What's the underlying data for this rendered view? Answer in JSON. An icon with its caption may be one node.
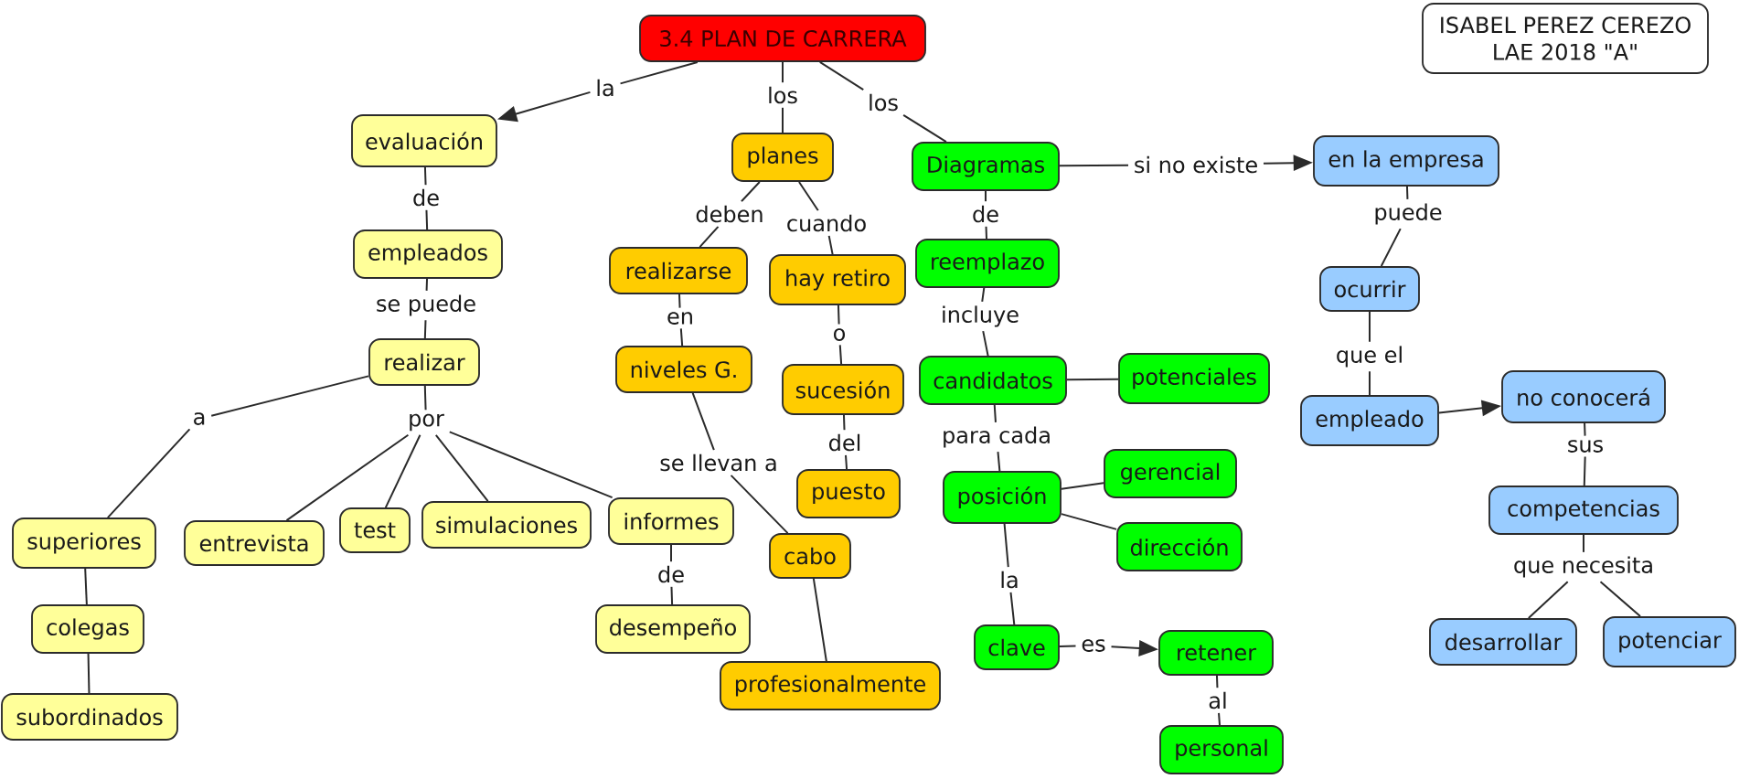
{
  "diagram": {
    "nodes": [
      {
        "text": [
          "3.4 PLAN DE CARRERA"
        ]
      },
      {
        "text": [
          "ISABEL PEREZ CEREZO",
          "LAE 2018 \"A\""
        ]
      },
      {
        "text": [
          "evaluación"
        ]
      },
      {
        "text": [
          "empleados"
        ]
      },
      {
        "text": [
          "realizar"
        ]
      },
      {
        "text": [
          "por"
        ]
      },
      {
        "text": [
          "superiores"
        ]
      },
      {
        "text": [
          "colegas"
        ]
      },
      {
        "text": [
          "subordinados"
        ]
      },
      {
        "text": [
          "entrevista"
        ]
      },
      {
        "text": [
          "test"
        ]
      },
      {
        "text": [
          "simulaciones"
        ]
      },
      {
        "text": [
          "informes"
        ]
      },
      {
        "text": [
          "desempeño"
        ]
      },
      {
        "text": [
          "planes"
        ]
      },
      {
        "text": [
          "realizarse"
        ]
      },
      {
        "text": [
          "hay retiro"
        ]
      },
      {
        "text": [
          "niveles G."
        ]
      },
      {
        "text": [
          "sucesión"
        ]
      },
      {
        "text": [
          "puesto"
        ]
      },
      {
        "text": [
          "cabo"
        ]
      },
      {
        "text": [
          "profesionalmente"
        ]
      },
      {
        "text": [
          "Diagramas"
        ]
      },
      {
        "text": [
          "reemplazo"
        ]
      },
      {
        "text": [
          "candidatos"
        ]
      },
      {
        "text": [
          "potenciales"
        ]
      },
      {
        "text": [
          "gerencial"
        ]
      },
      {
        "text": [
          "posición"
        ]
      },
      {
        "text": [
          "dirección"
        ]
      },
      {
        "text": [
          "clave"
        ]
      },
      {
        "text": [
          "retener"
        ]
      },
      {
        "text": [
          "personal"
        ]
      },
      {
        "text": [
          "en la empresa"
        ]
      },
      {
        "text": [
          "ocurrir"
        ]
      },
      {
        "text": [
          "empleado"
        ]
      },
      {
        "text": [
          "no conocerá"
        ]
      },
      {
        "text": [
          "competencias"
        ]
      },
      {
        "text": [
          "que necesita"
        ]
      },
      {
        "text": [
          "desarrollar"
        ]
      },
      {
        "text": [
          "potenciar"
        ]
      }
    ],
    "edges": [
      {
        "from": 0,
        "to": 2,
        "arrow": "to",
        "label": "la"
      },
      {
        "from": 0,
        "to": 14,
        "arrow": "none",
        "label": "los"
      },
      {
        "from": 0,
        "to": 22,
        "arrow": "none",
        "label": "los"
      },
      {
        "from": 2,
        "to": 3,
        "arrow": "none",
        "label": "de"
      },
      {
        "from": 3,
        "to": 4,
        "arrow": "none",
        "label": "se puede"
      },
      {
        "from": 4,
        "to": 6,
        "arrow": "none",
        "label": "a"
      },
      {
        "from": 4,
        "to": 5,
        "arrow": "none"
      },
      {
        "from": 5,
        "to": 9,
        "arrow": "none"
      },
      {
        "from": 5,
        "to": 10,
        "arrow": "none"
      },
      {
        "from": 5,
        "to": 11,
        "arrow": "none"
      },
      {
        "from": 5,
        "to": 12,
        "arrow": "none"
      },
      {
        "from": 6,
        "to": 7,
        "arrow": "none"
      },
      {
        "from": 7,
        "to": 8,
        "arrow": "none"
      },
      {
        "from": 12,
        "to": 13,
        "arrow": "none",
        "label": "de"
      },
      {
        "from": 14,
        "to": 15,
        "arrow": "none",
        "label": "deben"
      },
      {
        "from": 14,
        "to": 16,
        "arrow": "none",
        "label": "cuando"
      },
      {
        "from": 15,
        "to": 17,
        "arrow": "none",
        "label": "en"
      },
      {
        "from": 16,
        "to": 18,
        "arrow": "none",
        "label": "o"
      },
      {
        "from": 17,
        "to": 20,
        "arrow": "none",
        "label": "se llevan a"
      },
      {
        "from": 18,
        "to": 19,
        "arrow": "none",
        "label": "del"
      },
      {
        "from": 20,
        "to": 21,
        "arrow": "none"
      },
      {
        "from": 22,
        "to": 23,
        "arrow": "none",
        "label": "de"
      },
      {
        "from": 22,
        "to": 32,
        "arrow": "to",
        "label": "si no existe"
      },
      {
        "from": 23,
        "to": 24,
        "arrow": "none",
        "label": "incluye"
      },
      {
        "from": 24,
        "to": 25,
        "arrow": "none"
      },
      {
        "from": 24,
        "to": 27,
        "arrow": "none",
        "label": "para cada"
      },
      {
        "from": 27,
        "to": 26,
        "arrow": "none"
      },
      {
        "from": 27,
        "to": 28,
        "arrow": "none"
      },
      {
        "from": 27,
        "to": 29,
        "arrow": "none",
        "label": "la"
      },
      {
        "from": 29,
        "to": 30,
        "arrow": "to",
        "label": "es"
      },
      {
        "from": 30,
        "to": 31,
        "arrow": "none",
        "label": "al"
      },
      {
        "from": 32,
        "to": 33,
        "arrow": "none",
        "label": "puede"
      },
      {
        "from": 33,
        "to": 34,
        "arrow": "none",
        "label": "que el"
      },
      {
        "from": 34,
        "to": 35,
        "arrow": "to"
      },
      {
        "from": 35,
        "to": 36,
        "arrow": "none",
        "label": "sus"
      },
      {
        "from": 36,
        "to": 37,
        "arrow": "none"
      },
      {
        "from": 37,
        "to": 38,
        "arrow": "none"
      },
      {
        "from": 37,
        "to": 39,
        "arrow": "none"
      }
    ]
  }
}
